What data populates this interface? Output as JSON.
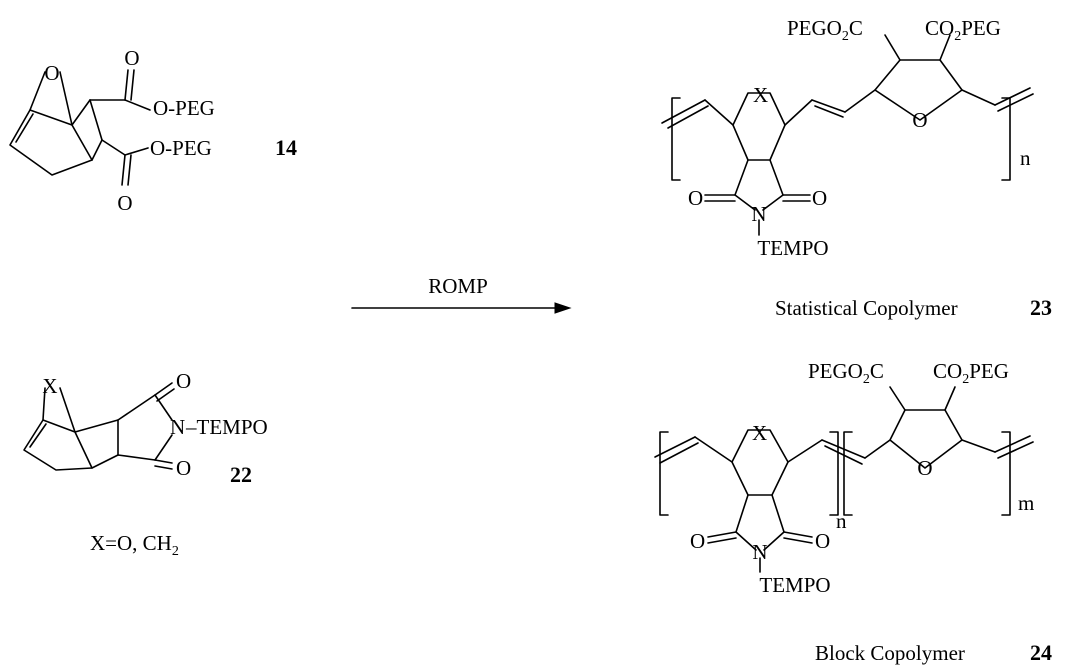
{
  "reagent": "ROMP",
  "compound14": {
    "number": "14",
    "ester_top": "O-PEG",
    "ester_bottom": "O-PEG",
    "bridge": "O",
    "carbonyl_top": "O",
    "carbonyl_bottom": "O"
  },
  "compound22": {
    "number": "22",
    "bridge": "X",
    "imide_n": "N",
    "tempo": "–TEMPO",
    "carbonyl_top": "O",
    "carbonyl_bottom": "O",
    "x_def_main": "X=O, CH",
    "x_def_sub": "2"
  },
  "product23": {
    "number": "23",
    "caption": "Statistical Copolymer",
    "peg_left": "PEGO",
    "peg_left_sub": "2",
    "peg_left_end": "C",
    "peg_right": "CO",
    "peg_right_sub": "2",
    "peg_right_end": "PEG",
    "x": "X",
    "ring_o": "O",
    "imide_o_left": "O",
    "imide_o_right": "O",
    "n_atom": "N",
    "tempo": "TEMPO",
    "repeat": "n"
  },
  "product24": {
    "number": "24",
    "caption": "Block Copolymer",
    "peg_left": "PEGO",
    "peg_left_sub": "2",
    "peg_left_end": "C",
    "peg_right": "CO",
    "peg_right_sub": "2",
    "peg_right_end": "PEG",
    "x": "X",
    "ring_o": "O",
    "imide_o_left": "O",
    "imide_o_right": "O",
    "n_atom": "N",
    "tempo": "TEMPO",
    "repeat_n": "n",
    "repeat_m": "m"
  }
}
